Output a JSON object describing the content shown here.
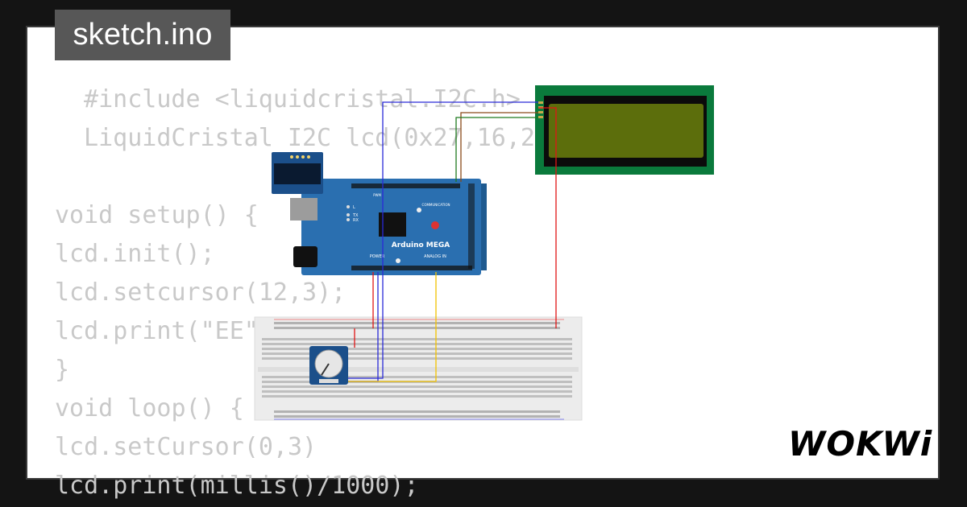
{
  "tab": {
    "filename": "sketch.ino"
  },
  "code_lines": [
    " #include <liquidcristal.I2C.h>",
    " LiquidCristal I2C lcd(0x27,16,2);",
    "",
    "void setup() {",
    "lcd.init();",
    "lcd.setcursor(12,3);",
    "lcd.print(\"EE\");",
    "}",
    "void loop() {",
    "lcd.setCursor(0,3)",
    "lcd.print(millis()/1000);"
  ],
  "arduino": {
    "name": "Arduino MEGA",
    "labels": {
      "analog_in": "ANALOG IN",
      "power": "POWER",
      "communication": "COMMUNICATION",
      "pwm": "PWM",
      "l": "L",
      "tx": "TX",
      "rx": "RX"
    }
  },
  "components": [
    "oled-display",
    "lcd1602-i2c",
    "potentiometer",
    "breadboard"
  ],
  "wire_colors": {
    "blue": "#2a2ad8",
    "red": "#e01515",
    "yellow": "#f2c200",
    "green": "#1f7a1f",
    "brown": "#8a4a1a"
  },
  "brand": {
    "logo_text": "WOKWi",
    "accent": "#000000"
  }
}
